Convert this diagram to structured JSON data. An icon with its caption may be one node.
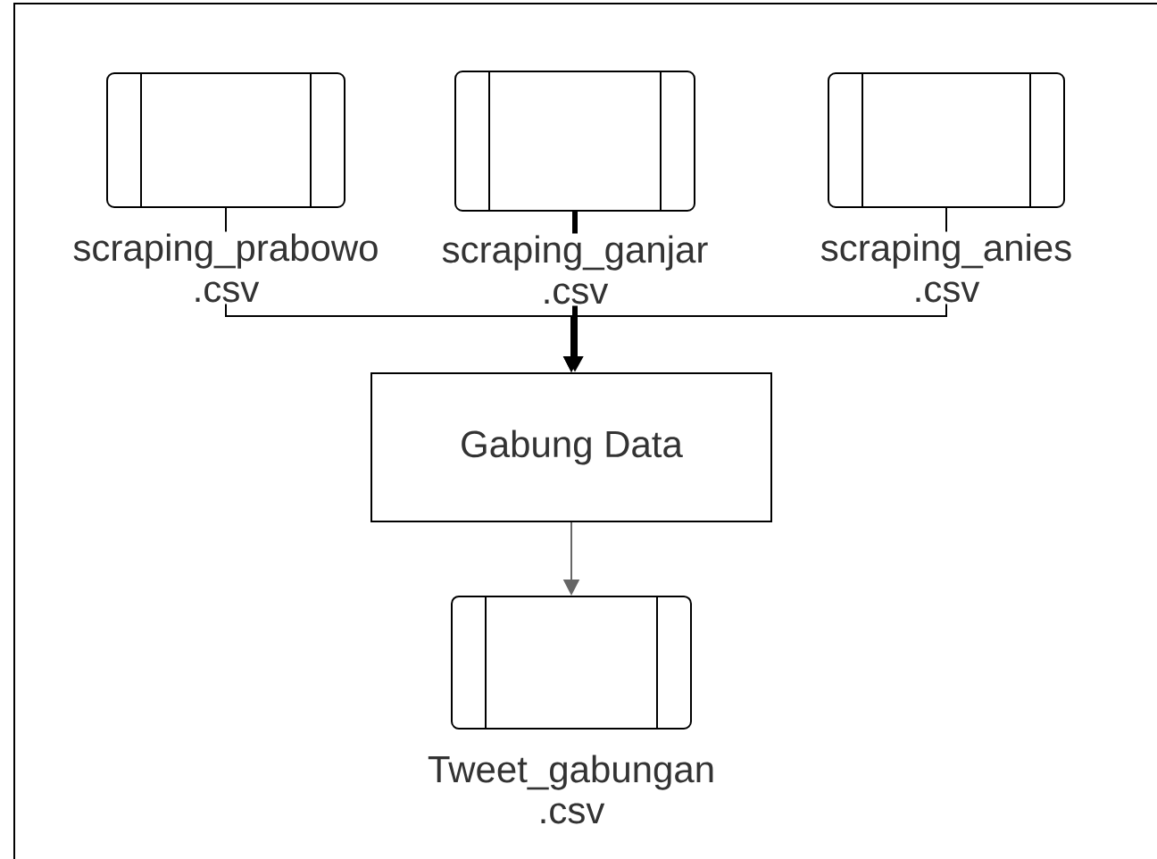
{
  "diagram": {
    "nodes": [
      {
        "text": [
          "scraping_prabowo .csv"
        ]
      },
      {
        "text": [
          "scraping_ganjar .csv"
        ]
      },
      {
        "text": [
          "scraping_anies .csv"
        ]
      },
      {
        "text": [
          "Gabung Data"
        ]
      },
      {
        "text": [
          "Tweet_gabungan .csv"
        ]
      }
    ],
    "edges": [
      {
        "from": 0,
        "to": 3,
        "arrow": "to"
      },
      {
        "from": 1,
        "to": 3,
        "arrow": "to",
        "style": "thick"
      },
      {
        "from": 2,
        "to": 3,
        "arrow": "to"
      },
      {
        "from": 3,
        "to": 4,
        "arrow": "to",
        "color": "#666666"
      }
    ]
  }
}
